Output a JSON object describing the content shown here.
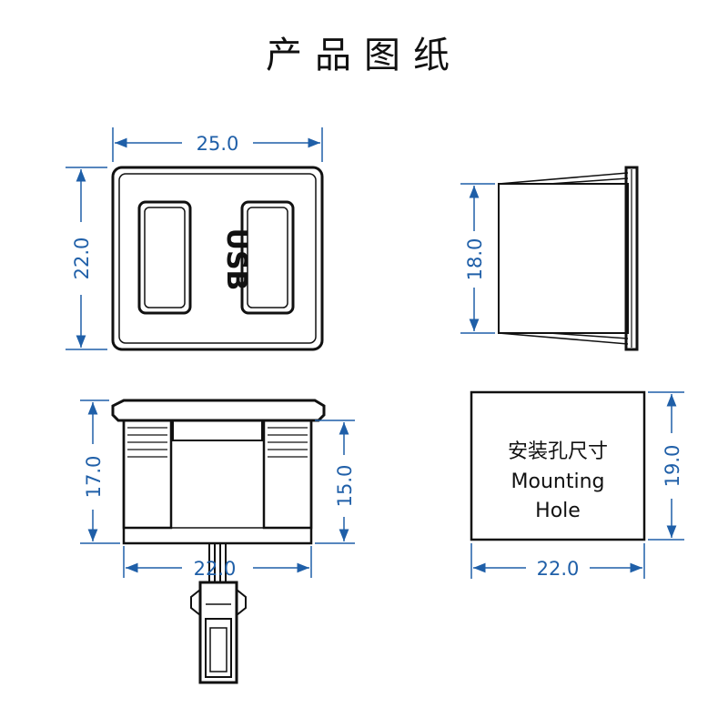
{
  "title": "产品图纸",
  "colors": {
    "dimension": "#1f5fa8",
    "outline": "#111111"
  },
  "front_view": {
    "width_label": "25.0",
    "height_label": "22.0",
    "usb_label": "USB",
    "ports": [
      "usb-port-left",
      "usb-port-right"
    ]
  },
  "side_view": {
    "height_label": "18.0"
  },
  "bottom_view": {
    "height_outer_label": "17.0",
    "height_inner_label": "15.0",
    "width_label": "22.0"
  },
  "mounting_hole": {
    "label_cn": "安装孔尺寸",
    "label_en_1": "Mounting",
    "label_en_2": "Hole",
    "width_label": "22.0",
    "height_label": "19.0"
  }
}
